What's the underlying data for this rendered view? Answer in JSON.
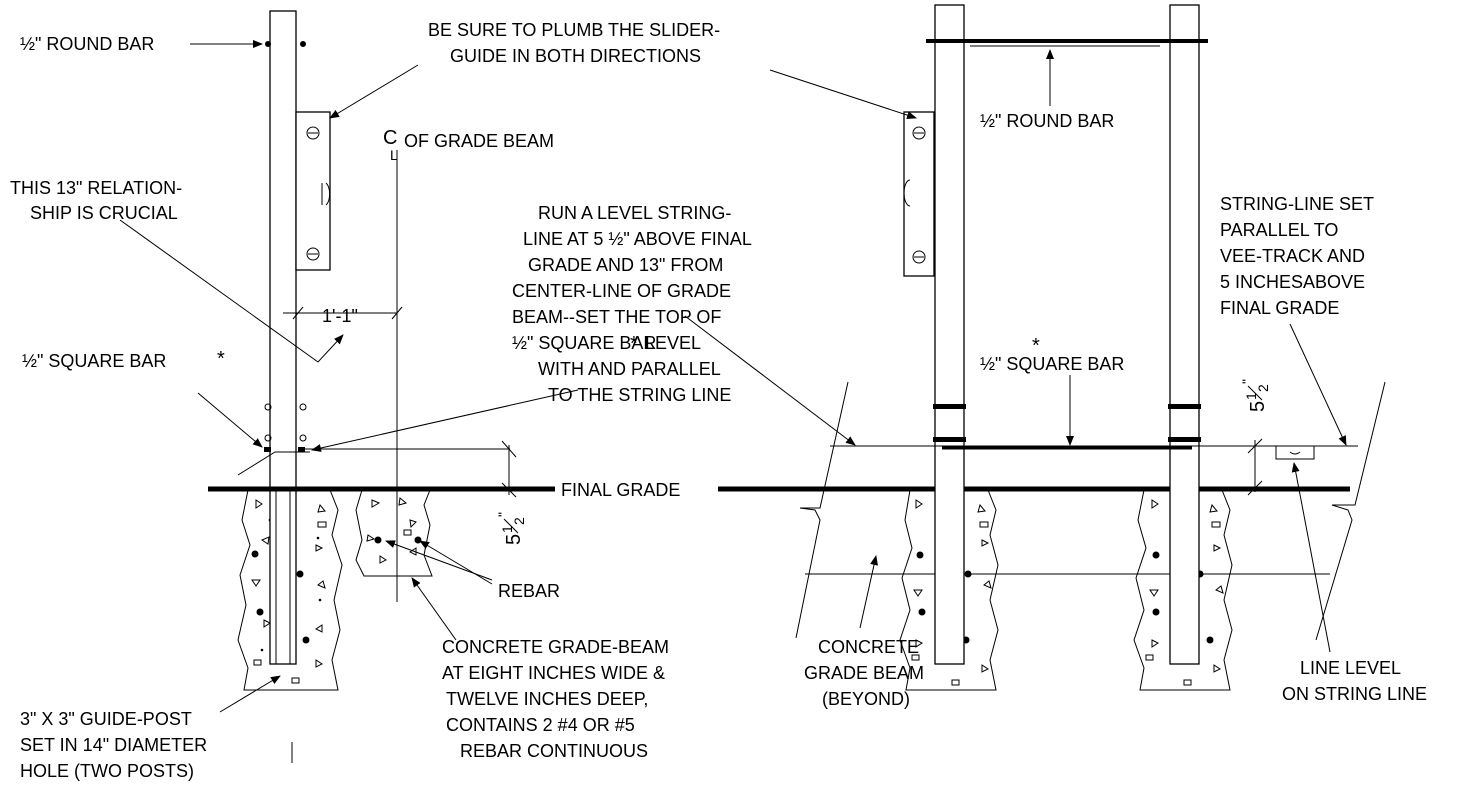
{
  "labels": {
    "round_bar_left": "½\" ROUND BAR",
    "plumb_1": "BE SURE TO PLUMB THE SLIDER-",
    "plumb_2": "GUIDE IN BOTH DIRECTIONS",
    "cl_symbol": "C",
    "cl_sub": "L",
    "grade_beam_cl": "OF GRADE BEAM",
    "rel_1": "THIS 13\" RELATION-",
    "rel_2": "SHIP IS CRUCIAL",
    "dim_11": "1'-1\"",
    "square_bar_left": "½\" SQUARE BAR",
    "asterisk": "*",
    "run_1": "RUN A LEVEL STRING-",
    "run_2": "LINE AT 5 ½\" ABOVE FINAL",
    "run_3": "GRADE AND 13\" FROM",
    "run_4": "CENTER-LINE OF GRADE",
    "run_5": "BEAM--SET THE TOP OF",
    "run_6": "½\" SQUARE BAR",
    "run_6b": "LEVEL",
    "run_7": "WITH AND PARALLEL",
    "run_8": "TO THE STRING LINE",
    "round_bar_right": "½\" ROUND BAR",
    "square_bar_right": "½\" SQUARE BAR",
    "sl_1": "STRING-LINE SET",
    "sl_2": "PARALLEL TO",
    "sl_3": "VEE-TRACK AND",
    "sl_4": "5 INCHESABOVE",
    "sl_5": "FINAL GRADE",
    "final_grade": "FINAL GRADE",
    "dim_5": "5",
    "dim_half_num": "1",
    "dim_half_den": "2",
    "dim_inch": "\"",
    "rebar": "REBAR",
    "beam_1": "CONCRETE GRADE-BEAM",
    "beam_2": "AT EIGHT INCHES WIDE &",
    "beam_3": "TWELVE INCHES DEEP,",
    "beam_4": "CONTAINS 2 #4 OR #5",
    "beam_5": "REBAR CONTINUOUS",
    "post_1": "3\" X 3\" GUIDE-POST",
    "post_2": "SET IN 14\" DIAMETER",
    "post_3": "HOLE (TWO POSTS)",
    "beyond_1": "CONCRETE",
    "beyond_2": "GRADE BEAM",
    "beyond_3": "(BEYOND)",
    "ll_1": "LINE LEVEL",
    "ll_2": "ON STRING LINE"
  }
}
